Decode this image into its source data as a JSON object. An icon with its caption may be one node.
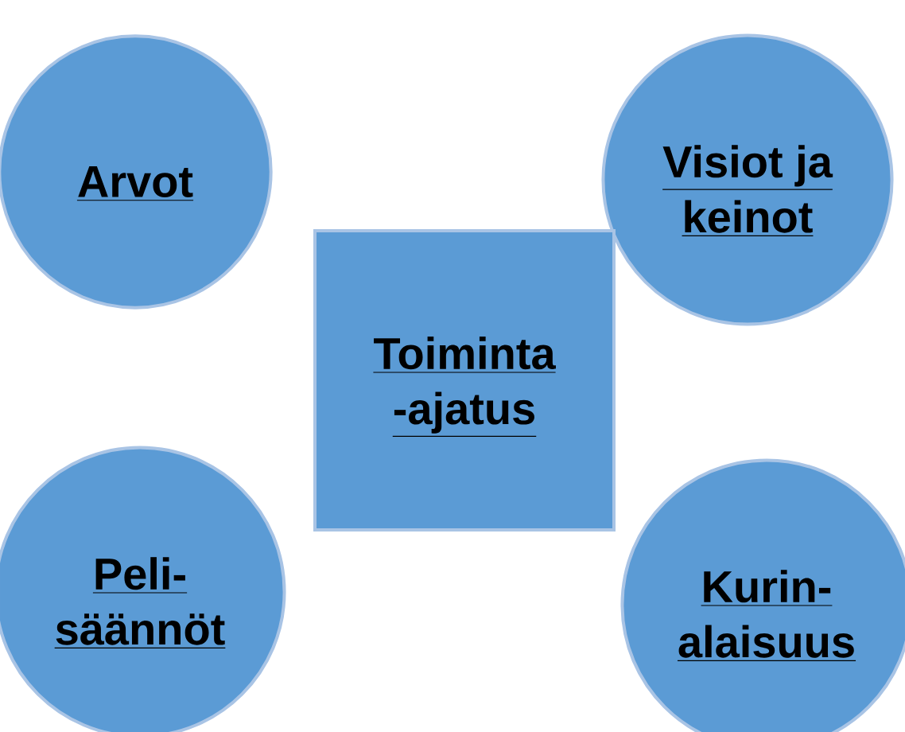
{
  "diagram": {
    "nodes": [
      {
        "text": [
          "Arvot"
        ]
      },
      {
        "text": [
          "Visiot ja keinot"
        ]
      },
      {
        "text": [
          "Toiminta -ajatus"
        ]
      },
      {
        "text": [
          "Peli- säännöt"
        ]
      },
      {
        "text": [
          "Kurin- alaisuus"
        ]
      }
    ]
  }
}
